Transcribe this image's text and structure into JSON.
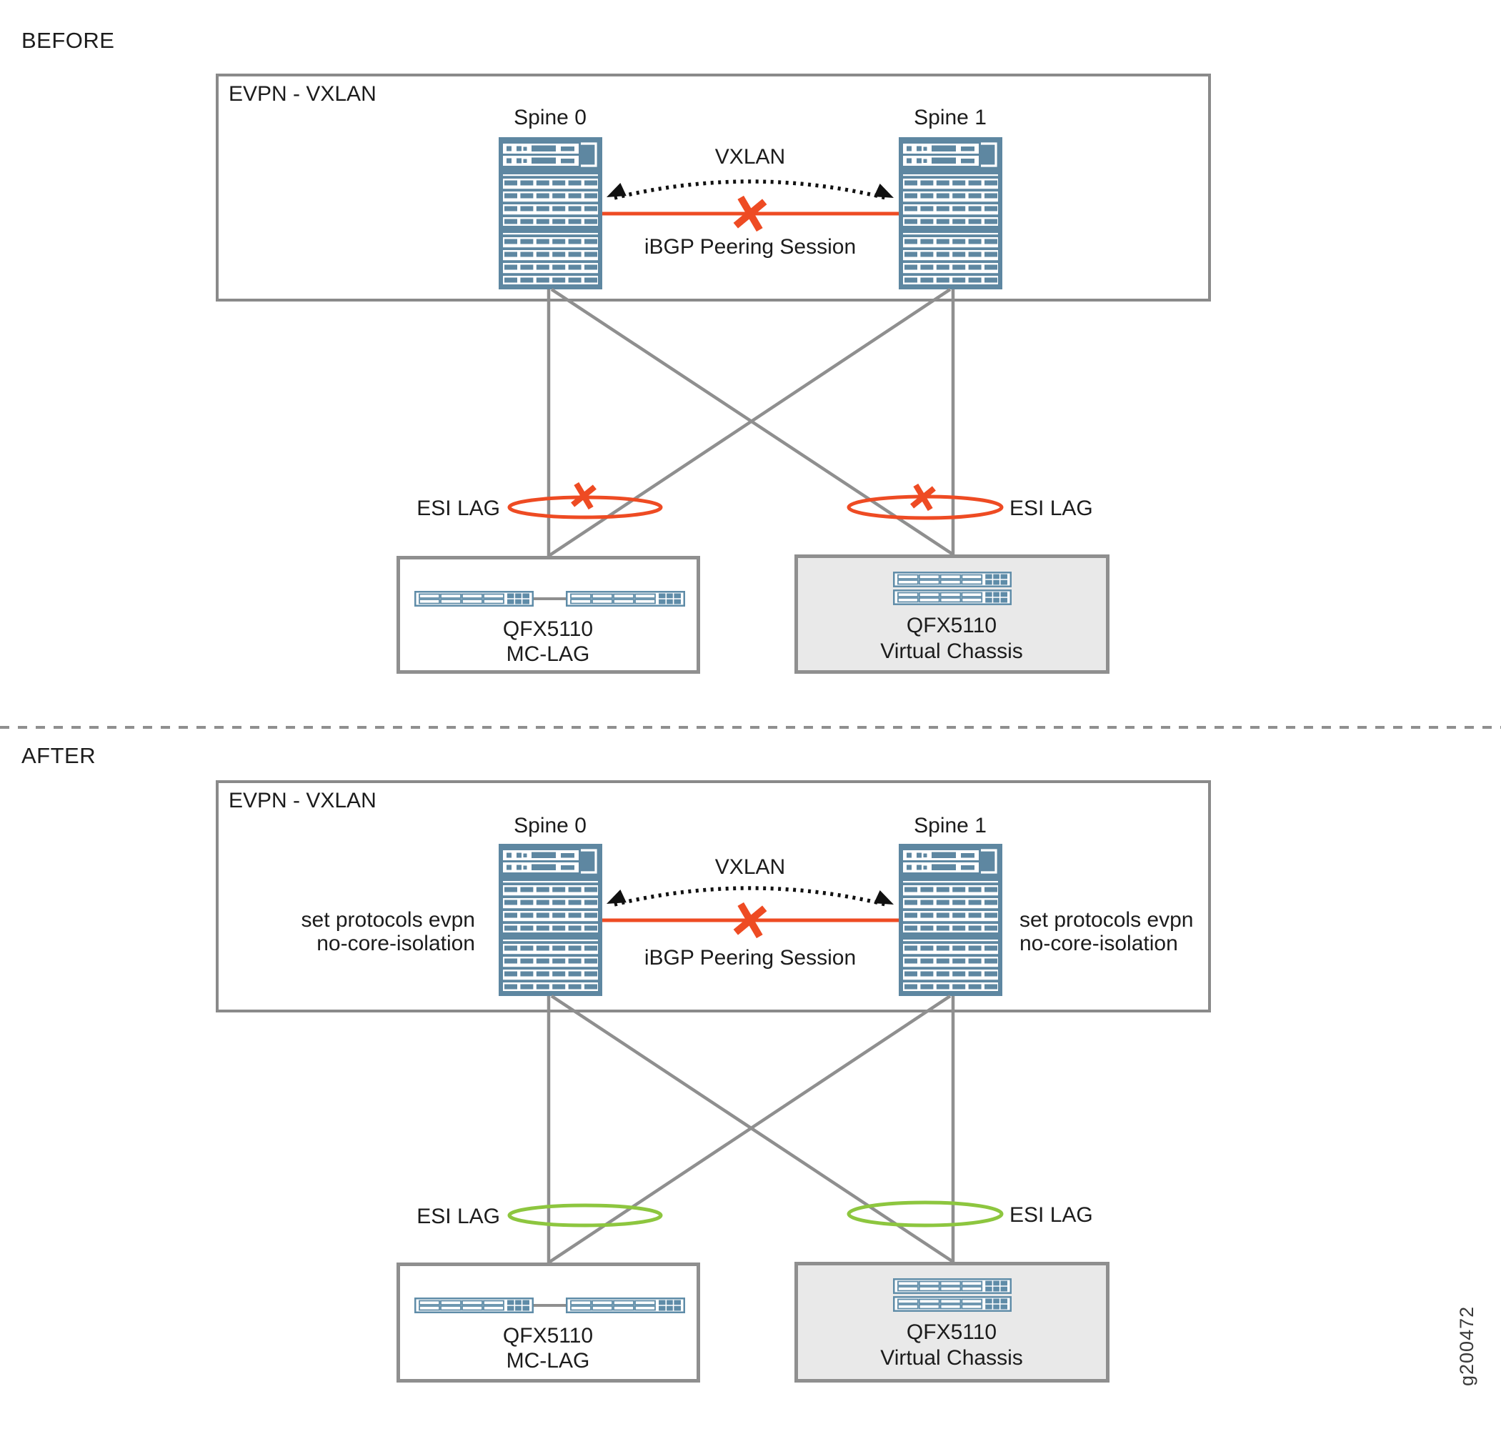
{
  "figure_id": "g200472",
  "colors": {
    "accent_red": "#ee4b23",
    "accent_green": "#8dc63f",
    "line_gray": "#8f8f8f",
    "device_blue": "#5e87a1",
    "device_blue_light": "#5f8ca8",
    "box_fill_gray": "#e9e9e9",
    "text": "#1c1c1c"
  },
  "sections": {
    "before": {
      "heading": "BEFORE",
      "evpn_label": "EVPN - VXLAN",
      "spine0_label": "Spine 0",
      "spine1_label": "Spine 1",
      "vxlan_label": "VXLAN",
      "ibgp_label": "iBGP Peering Session",
      "ibgp_status": "down",
      "esi_left_label": "ESI LAG",
      "esi_right_label": "ESI LAG",
      "esi_lag_status": "down",
      "leaf_left_line1": "QFX5110",
      "leaf_left_line2": "MC-LAG",
      "leaf_right_line1": "QFX5110",
      "leaf_right_line2": "Virtual Chassis"
    },
    "after": {
      "heading": "AFTER",
      "evpn_label": "EVPN - VXLAN",
      "spine0_label": "Spine 0",
      "spine1_label": "Spine 1",
      "vxlan_label": "VXLAN",
      "ibgp_label": "iBGP Peering Session",
      "ibgp_status": "down",
      "config_left_line1": "set protocols evpn",
      "config_left_line2": "no-core-isolation",
      "config_right_line1": "set protocols evpn",
      "config_right_line2": "no-core-isolation",
      "esi_left_label": "ESI LAG",
      "esi_right_label": "ESI LAG",
      "esi_lag_status": "up",
      "leaf_left_line1": "QFX5110",
      "leaf_left_line2": "MC-LAG",
      "leaf_right_line1": "QFX5110",
      "leaf_right_line2": "Virtual Chassis"
    }
  }
}
